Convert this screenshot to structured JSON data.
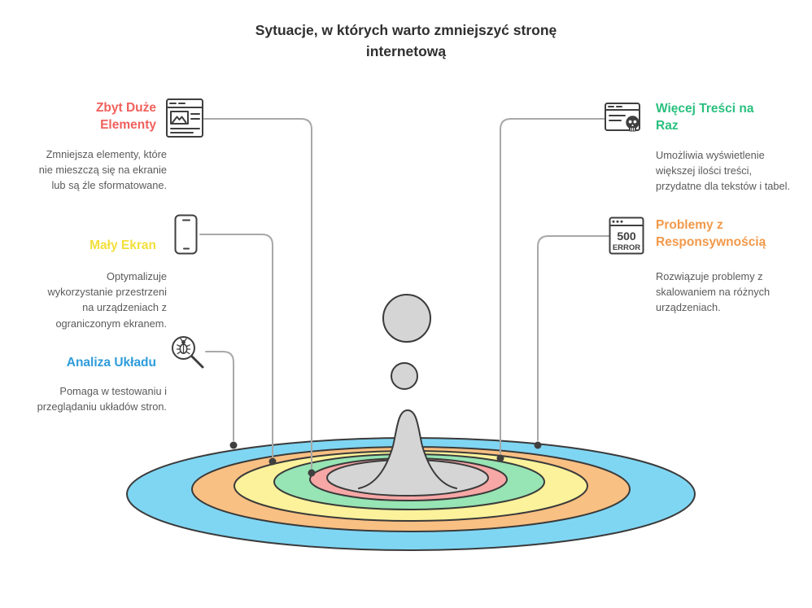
{
  "title": "Sytuacje, w których warto zmniejszyć stronę internetową",
  "items": [
    {
      "id": "zbyt-duze-elementy",
      "heading": "Zbyt Duże Elementy",
      "description": "Zmniejsza elementy, które nie mieszczą się na ekranie lub są źle sformatowane.",
      "color": "#f0615d",
      "icon": "browser-image-icon",
      "side": "left"
    },
    {
      "id": "maly-ekran",
      "heading": "Mały Ekran",
      "description": "Optymalizuje wykorzystanie przestrzeni na urządzeniach z ograniczonym ekranem.",
      "color": "#f2df3a",
      "icon": "smartphone-icon",
      "side": "left"
    },
    {
      "id": "analiza-ukladu",
      "heading": "Analiza Układu",
      "description": "Pomaga w testowaniu i przeglądaniu układów stron.",
      "color": "#2d9cdb",
      "icon": "layout-analysis-magnifier-icon",
      "side": "left"
    },
    {
      "id": "wiecej-tresci-na-raz",
      "heading": "Więcej Treści na Raz",
      "description": "Umożliwia wyświetlenie większej ilości treści, przydatne dla tekstów i tabel.",
      "color": "#29c07e",
      "icon": "browser-skull-icon",
      "side": "right"
    },
    {
      "id": "problemy-z-responsywnoscia",
      "heading": "Problemy z Responsywnością",
      "description": "Rozwiązuje problemy z skalowaniem na różnych urządzeniach.",
      "color": "#f2994a",
      "icon": "error-500-browser-icon",
      "side": "right"
    }
  ],
  "error_icon": {
    "line1": "500",
    "line2": "ERROR"
  },
  "scene": {
    "rings": [
      {
        "name": "outer-blue",
        "color": "#7fd6f3"
      },
      {
        "name": "orange",
        "color": "#f9c083"
      },
      {
        "name": "yellow",
        "color": "#fbf29b"
      },
      {
        "name": "green",
        "color": "#97e4b4"
      },
      {
        "name": "pink",
        "color": "#f6a7a6"
      },
      {
        "name": "center-gray",
        "color": "#d5d5d5"
      }
    ],
    "splash_color": "#d5d5d5",
    "drop_color": "#d5d5d5",
    "outline_color": "#3a3a3a",
    "connector_color": "#a8a8a8"
  },
  "colors": {
    "background": "#ffffff",
    "title_text": "#2f2f2f",
    "body_text": "#5a5a5a",
    "icon_stroke": "#3f3f3f"
  }
}
